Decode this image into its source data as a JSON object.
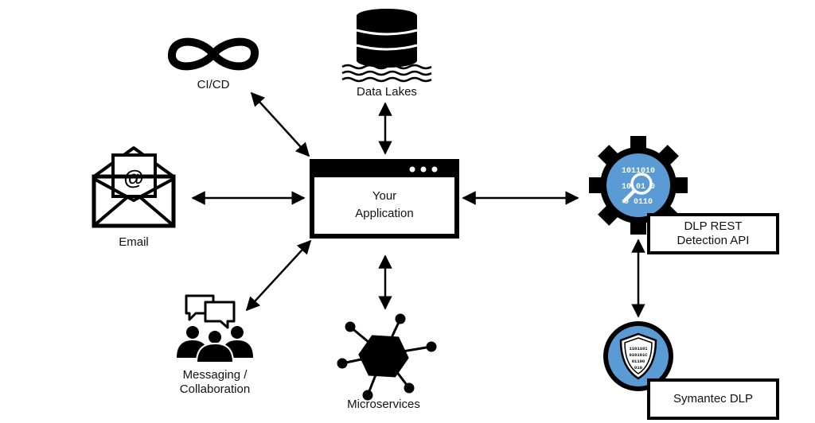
{
  "diagram": {
    "center": {
      "line1": "Your",
      "line2": "Application"
    },
    "nodes": {
      "cicd": "CI/CD",
      "data_lakes": "Data Lakes",
      "email": "Email",
      "messaging_line1": "Messaging /",
      "messaging_line2": "Collaboration",
      "microservices": "Microservices",
      "dlp_api_line1": "DLP REST",
      "dlp_api_line2": "Detection API",
      "symantec": "Symantec DLP"
    },
    "binary_text": {
      "row1": "1011010",
      "row2": "10 01 0",
      "row3": "0 0110"
    },
    "shield_binary": {
      "row1": "1101101",
      "row2": "010101C",
      "row3": "01100",
      "row4": "010"
    },
    "colors": {
      "accent_blue": "#5b9bd5",
      "ink": "#000000"
    }
  }
}
